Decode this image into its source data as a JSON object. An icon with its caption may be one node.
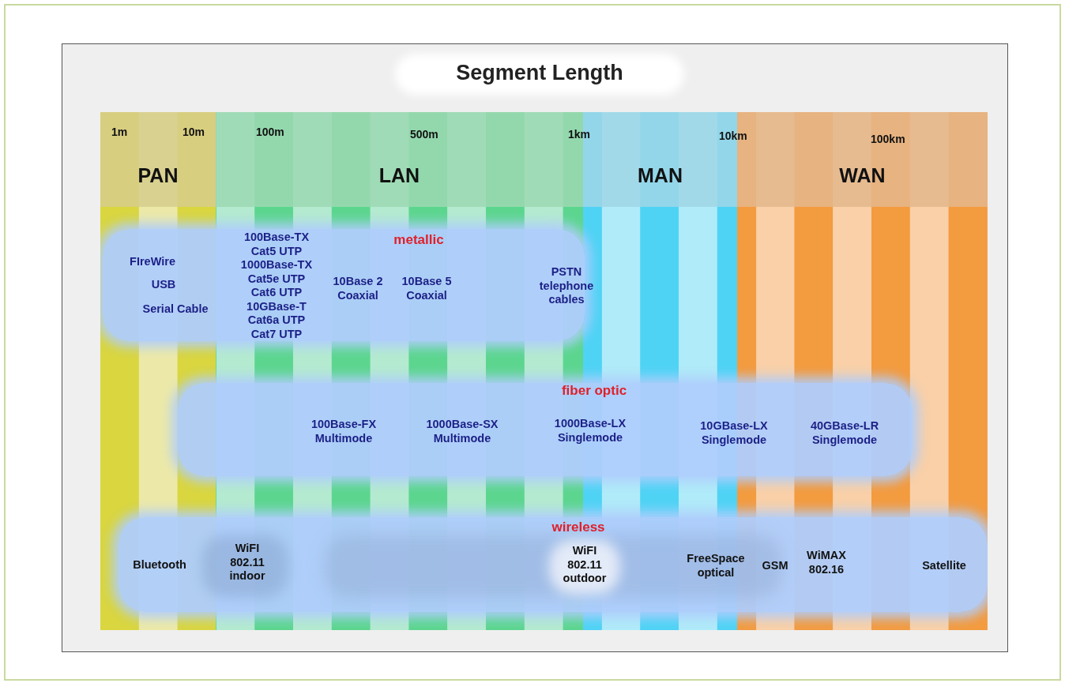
{
  "diagram": {
    "title": "Segment Length",
    "nodes": [
      {
        "text": [
          "PAN"
        ]
      },
      {
        "text": [
          "LAN"
        ]
      },
      {
        "text": [
          "MAN"
        ]
      },
      {
        "text": [
          "WAN"
        ]
      },
      {
        "text": [
          "metallic",
          "FIreWire",
          "USB",
          "Serial Cable",
          "100Base-TX Cat5 UTP 1000Base-TX Cat5e UTP Cat6 UTP 10GBase-T Cat6a UTP Cat7 UTP",
          "10Base 2 Coaxial",
          "10Base 5 Coaxial",
          "PSTN telephone cables"
        ]
      },
      {
        "text": [
          "fiber optic",
          "100Base-FX Multimode",
          "1000Base-SX Multimode",
          "1000Base-LX Singlemode",
          "10GBase-LX Singlemode",
          "40GBase-LR Singlemode"
        ]
      },
      {
        "text": [
          "wireless",
          "Bluetooth",
          "WiFI 802.11 indoor",
          "WiFI 802.11 outdoor",
          "FreeSpace optical",
          "GSM",
          "WiMAX 802.16",
          "Satellite"
        ]
      }
    ],
    "edges": [],
    "labels": [
      "1m",
      "10m",
      "100m",
      "500m",
      "1km",
      "10km",
      "100km"
    ]
  }
}
